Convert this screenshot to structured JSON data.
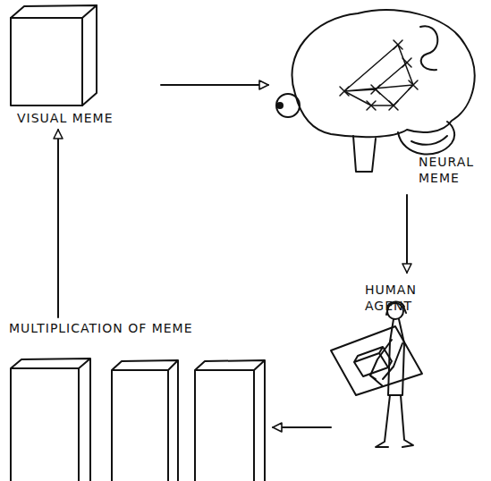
{
  "diagram": {
    "nodes": [
      {
        "text": [
          "VISUAL MEME"
        ]
      },
      {
        "text": [
          "NEURAL MEME"
        ]
      },
      {
        "text": [
          "HUMAN AGENT"
        ]
      },
      {
        "text": [
          "MULTIPLICATION OF MEME"
        ]
      }
    ],
    "edges": [
      {
        "from": 0,
        "to": 1,
        "arrow": "to"
      },
      {
        "from": 1,
        "to": 2,
        "arrow": "to"
      },
      {
        "from": 2,
        "to": 3,
        "arrow": "to"
      },
      {
        "from": 3,
        "to": 0,
        "arrow": "to"
      }
    ]
  }
}
